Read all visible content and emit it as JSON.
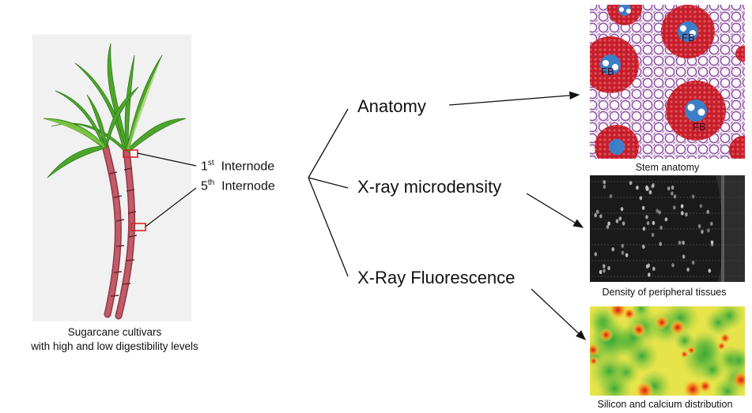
{
  "plant": {
    "caption_line1": "Sugarcane cultivars",
    "caption_line2": "with high and low digestibility levels"
  },
  "internodes": {
    "first_num": "1",
    "first_sup": "st",
    "first_label": "Internode",
    "fifth_num": "5",
    "fifth_sup": "th",
    "fifth_label": "Internode"
  },
  "methods": [
    {
      "label": "Anatomy"
    },
    {
      "label": "X-ray microdensity"
    },
    {
      "label": "X-Ray Fluorescence"
    }
  ],
  "images": {
    "anatomy_caption": "Stem anatomy",
    "anatomy_labels": [
      "FB",
      "FB",
      "FB"
    ],
    "density_caption": "Density of peripheral tissues",
    "fluorescence_caption": "Silicon and calcium distribution"
  },
  "colors": {
    "panel_bg": "#f1f1f1",
    "leaf_green": "#4ca62a",
    "stem": "#b9515e",
    "highlight_box": "#d8232a",
    "tissue_red": "#c41e2a",
    "tissue_blue": "#3b7fc9"
  }
}
